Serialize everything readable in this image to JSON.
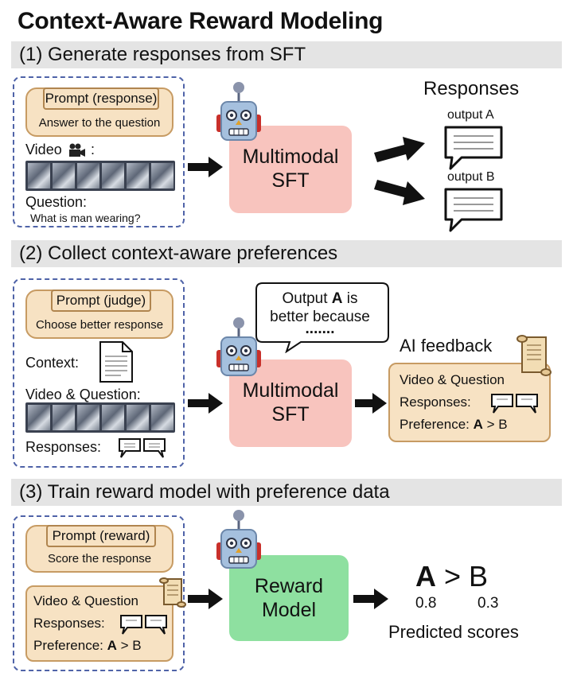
{
  "title": "Context-Aware Reward Modeling",
  "steps": [
    {
      "label": "(1) Generate responses from SFT"
    },
    {
      "label": "(2) Collect context-aware preferences"
    },
    {
      "label": "(3) Train reward model with preference data"
    }
  ],
  "step1": {
    "prompt_tab": "Prompt (response)",
    "prompt_text": "Answer to the question",
    "video_label": "Video",
    "video_suffix": ":",
    "question_label": "Question:",
    "question_text": "What is man wearing?",
    "model_line1": "Multimodal",
    "model_line2": "SFT",
    "responses_title": "Responses",
    "output_a": "output A",
    "output_b": "output B"
  },
  "step2": {
    "prompt_tab": "Prompt (judge)",
    "prompt_text": "Choose better response",
    "context_label": "Context:",
    "vq_label": "Video & Question:",
    "responses_label": "Responses:",
    "speech_line1_pre": "Output ",
    "speech_line1_bold": "A",
    "speech_line1_post": " is",
    "speech_line2": "better because",
    "speech_line3": ".......",
    "model_line1": "Multimodal",
    "model_line2": "SFT",
    "feedback_title": "AI feedback",
    "fb_vq": "Video & Question",
    "fb_responses": "Responses:",
    "fb_pref_label": "Preference: ",
    "fb_pref_a": "A",
    "fb_pref_rest": " > B"
  },
  "step3": {
    "prompt_tab": "Prompt (reward)",
    "prompt_text": "Score the response",
    "card_vq": "Video & Question",
    "card_responses": "Responses:",
    "card_pref_label": "Preference: ",
    "card_pref_a": "A",
    "card_pref_rest": " > B",
    "model_line1": "Reward",
    "model_line2": "Model",
    "result_a": "A",
    "result_rest": " > B",
    "score_a": "0.8",
    "score_b": "0.3",
    "predicted_label": "Predicted scores"
  },
  "colors": {
    "sft_box": "#f8c4be",
    "reward_box": "#8ee0a0",
    "prompt_card": "#f7e2c3",
    "dashed_border": "#4f63a8",
    "band": "#e4e4e4"
  },
  "icons": {
    "robot": "robot-icon",
    "camera": "video-camera-icon",
    "document": "document-icon",
    "scroll": "scroll-icon",
    "chat": "chat-bubble-icon",
    "arrow": "arrow-right-icon"
  }
}
